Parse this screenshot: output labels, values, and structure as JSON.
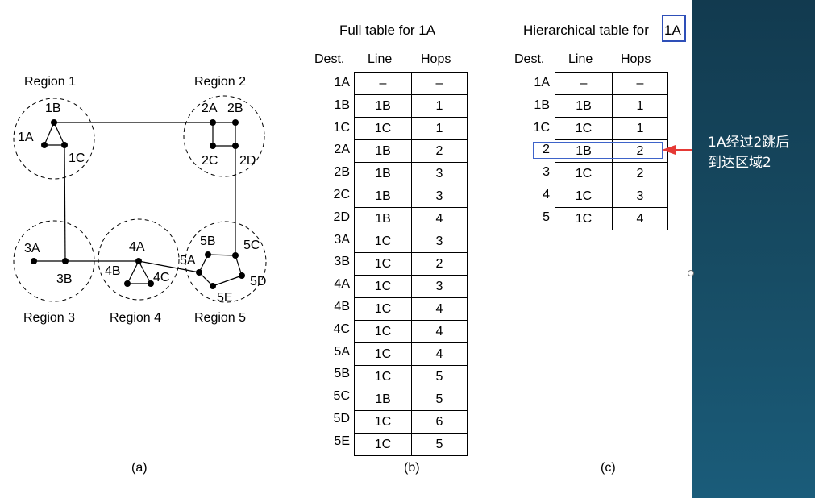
{
  "network": {
    "regions": [
      "Region 1",
      "Region 2",
      "Region 3",
      "Region 4",
      "Region 5"
    ],
    "nodes": [
      "1A",
      "1B",
      "1C",
      "2A",
      "2B",
      "2C",
      "2D",
      "3A",
      "3B",
      "4A",
      "4B",
      "4C",
      "5A",
      "5B",
      "5C",
      "5D",
      "5E"
    ],
    "caption": "(a)"
  },
  "full_table": {
    "title": "Full table for 1A",
    "headers": [
      "Dest.",
      "Line",
      "Hops"
    ],
    "rows": [
      [
        "1A",
        "–",
        "–"
      ],
      [
        "1B",
        "1B",
        "1"
      ],
      [
        "1C",
        "1C",
        "1"
      ],
      [
        "2A",
        "1B",
        "2"
      ],
      [
        "2B",
        "1B",
        "3"
      ],
      [
        "2C",
        "1B",
        "3"
      ],
      [
        "2D",
        "1B",
        "4"
      ],
      [
        "3A",
        "1C",
        "3"
      ],
      [
        "3B",
        "1C",
        "2"
      ],
      [
        "4A",
        "1C",
        "3"
      ],
      [
        "4B",
        "1C",
        "4"
      ],
      [
        "4C",
        "1C",
        "4"
      ],
      [
        "5A",
        "1C",
        "4"
      ],
      [
        "5B",
        "1C",
        "5"
      ],
      [
        "5C",
        "1B",
        "5"
      ],
      [
        "5D",
        "1C",
        "6"
      ],
      [
        "5E",
        "1C",
        "5"
      ]
    ],
    "caption": "(b)"
  },
  "hier_table": {
    "title_prefix": "Hierarchical table for ",
    "title_highlight": "1A",
    "headers": [
      "Dest.",
      "Line",
      "Hops"
    ],
    "rows": [
      [
        "1A",
        "–",
        "–"
      ],
      [
        "1B",
        "1B",
        "1"
      ],
      [
        "1C",
        "1C",
        "1"
      ],
      [
        "2",
        "1B",
        "2"
      ],
      [
        "3",
        "1C",
        "2"
      ],
      [
        "4",
        "1C",
        "3"
      ],
      [
        "5",
        "1C",
        "4"
      ]
    ],
    "caption": "(c)"
  },
  "annotation": {
    "line1": "1A经过2跳后",
    "line2": "到达区域2"
  },
  "colors": {
    "highlight_box": "#2e4fb8",
    "arrow": "#e53935",
    "panel": "#174c64"
  }
}
